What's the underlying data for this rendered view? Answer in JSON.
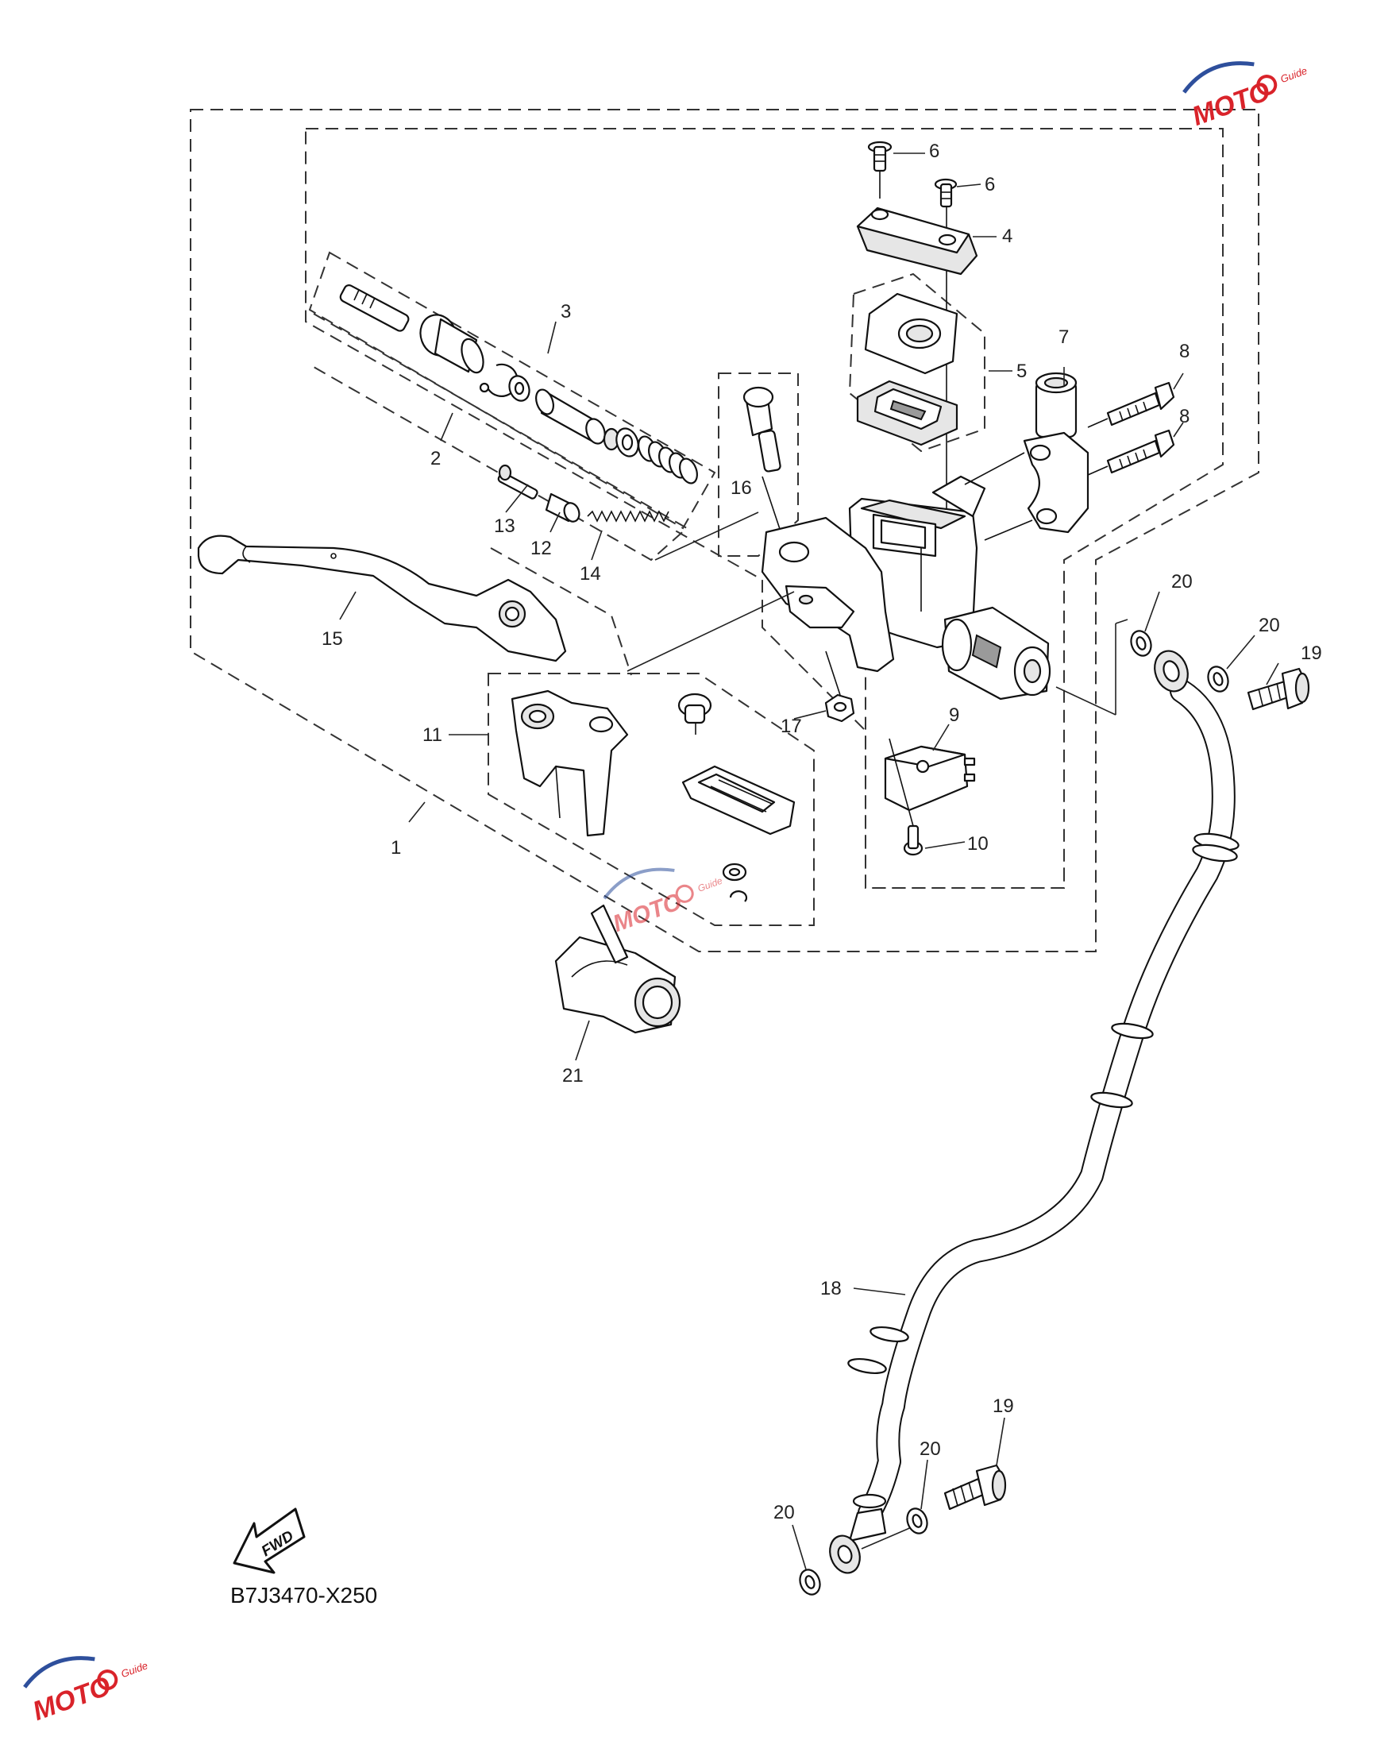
{
  "diagram": {
    "code": "B7J3470-X250",
    "fwd_label": "FWD",
    "callouts": {
      "c1": "1",
      "c2": "2",
      "c3": "3",
      "c4": "4",
      "c5": "5",
      "c6a": "6",
      "c6b": "6",
      "c7": "7",
      "c8a": "8",
      "c8b": "8",
      "c9": "9",
      "c10": "10",
      "c11": "11",
      "c12": "12",
      "c13": "13",
      "c14": "14",
      "c15": "15",
      "c16": "16",
      "c17": "17",
      "c18": "18",
      "c19a": "19",
      "c19b": "19",
      "c20a": "20",
      "c20b": "20",
      "c20c": "20",
      "c20d": "20",
      "c21": "21"
    }
  },
  "watermark": {
    "logo_text": "MOTO",
    "sub_text": "Guide",
    "colors": {
      "red": "#d9232a",
      "blue": "#2e4f9c",
      "gray": "#9a9a9a"
    }
  }
}
